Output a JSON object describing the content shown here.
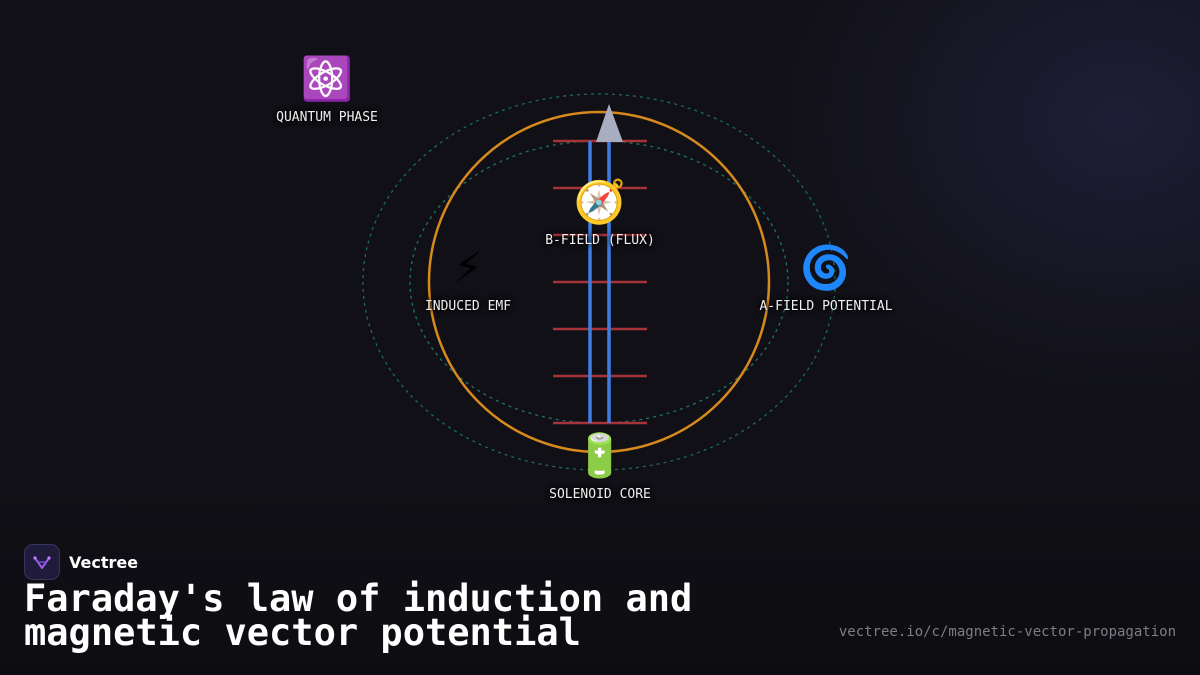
{
  "nodes": {
    "quantum_phase": {
      "emoji": "⚛️",
      "label": "QUANTUM PHASE"
    },
    "b_field": {
      "emoji": "🧭",
      "label": "B-FIELD (FLUX)"
    },
    "induced_emf": {
      "emoji": "⚡",
      "label": "INDUCED EMF"
    },
    "a_field": {
      "emoji": "🌀",
      "label": "A-FIELD POTENTIAL"
    },
    "solenoid_core": {
      "emoji": "🔋",
      "label": "SOLENOID CORE"
    }
  },
  "brand": {
    "name": "Vectree",
    "logo_icon": "vectree-logo-icon"
  },
  "title": {
    "line1": "Faraday's law of induction and",
    "line2": "magnetic vector potential"
  },
  "url": "vectree.io/c/magnetic-vector-propagation",
  "colors": {
    "background": "#111016",
    "loop": "#d68a1e",
    "field_lines": "#1f8a6e",
    "solenoid_rods": "#3f7de0",
    "coil_rungs": "#a8323a",
    "arrow": "#a8aec0"
  }
}
